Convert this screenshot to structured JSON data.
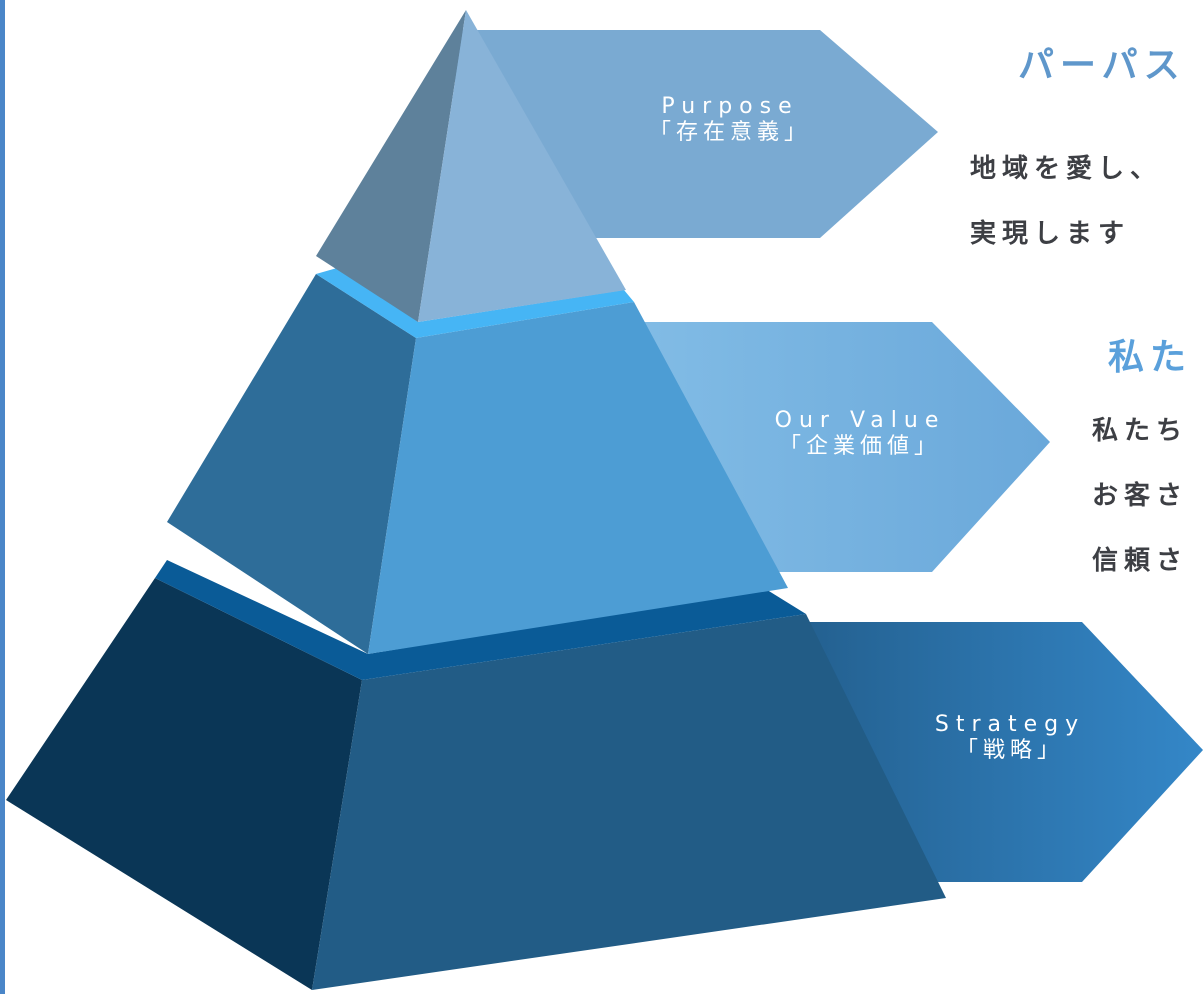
{
  "colors": {
    "left_rule": "#4a86c8",
    "purpose_heading": "#5f97cb",
    "value_heading": "#5aa0db",
    "body_text": "#3d3f44",
    "tier_top_left": "#5e819b",
    "tier_top_right": "#88b3d8",
    "tier_top_ledge": "#46b5f5",
    "tier_mid_left": "#2e6d99",
    "tier_mid_right": "#4d9dd4",
    "tier_mid_ledge": "#0a5b97",
    "tier_bot_left": "#0a3656",
    "tier_bot_right": "#225c86",
    "arrow_purpose": "#7aaad2",
    "arrow_value": "#76b1df",
    "arrow_strategy": "#2d78b3"
  },
  "tiers": [
    {
      "id": "purpose",
      "label_en": "Purpose",
      "label_ja": "「存在意義」",
      "heading": "パーパス",
      "body": [
        "地域を愛し、",
        "実現します"
      ]
    },
    {
      "id": "value",
      "label_en": "Our Value",
      "label_ja": "「企業価値」",
      "heading": "私た",
      "body": [
        "私たち",
        "お客さ",
        "信頼さ"
      ]
    },
    {
      "id": "strategy",
      "label_en": "Strategy",
      "label_ja": "「戦略」",
      "heading": "",
      "body": []
    }
  ]
}
